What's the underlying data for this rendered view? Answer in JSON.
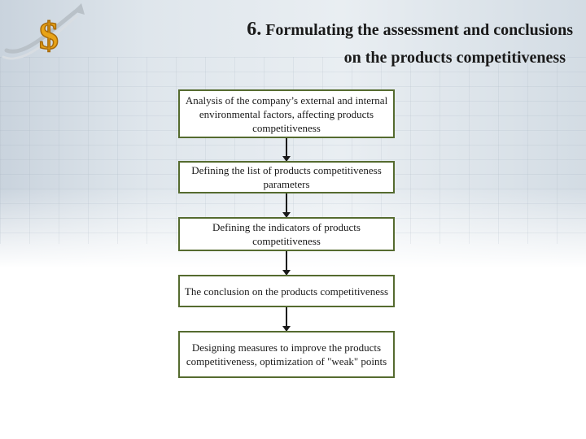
{
  "title": {
    "number": "6.",
    "line1": "Formulating the assessment and conclusions",
    "line2": "on the products competitiveness"
  },
  "logo_icon": "dollar-growth-icon",
  "flow_steps": [
    {
      "text": "Analysis of the company’s external and internal environmental factors, affecting products competitiveness"
    },
    {
      "text": "Defining the list of products competitiveness parameters"
    },
    {
      "text": "Defining the indicators of products competitiveness"
    },
    {
      "text": "The conclusion on the products competitiveness"
    },
    {
      "text": "Designing measures to improve the products competitiveness, optimization of \"weak\" points"
    }
  ],
  "colors": {
    "box_border": "#556b2f",
    "accent_gold": "#e8a317",
    "logo_arrow": "#b0b8c0"
  }
}
